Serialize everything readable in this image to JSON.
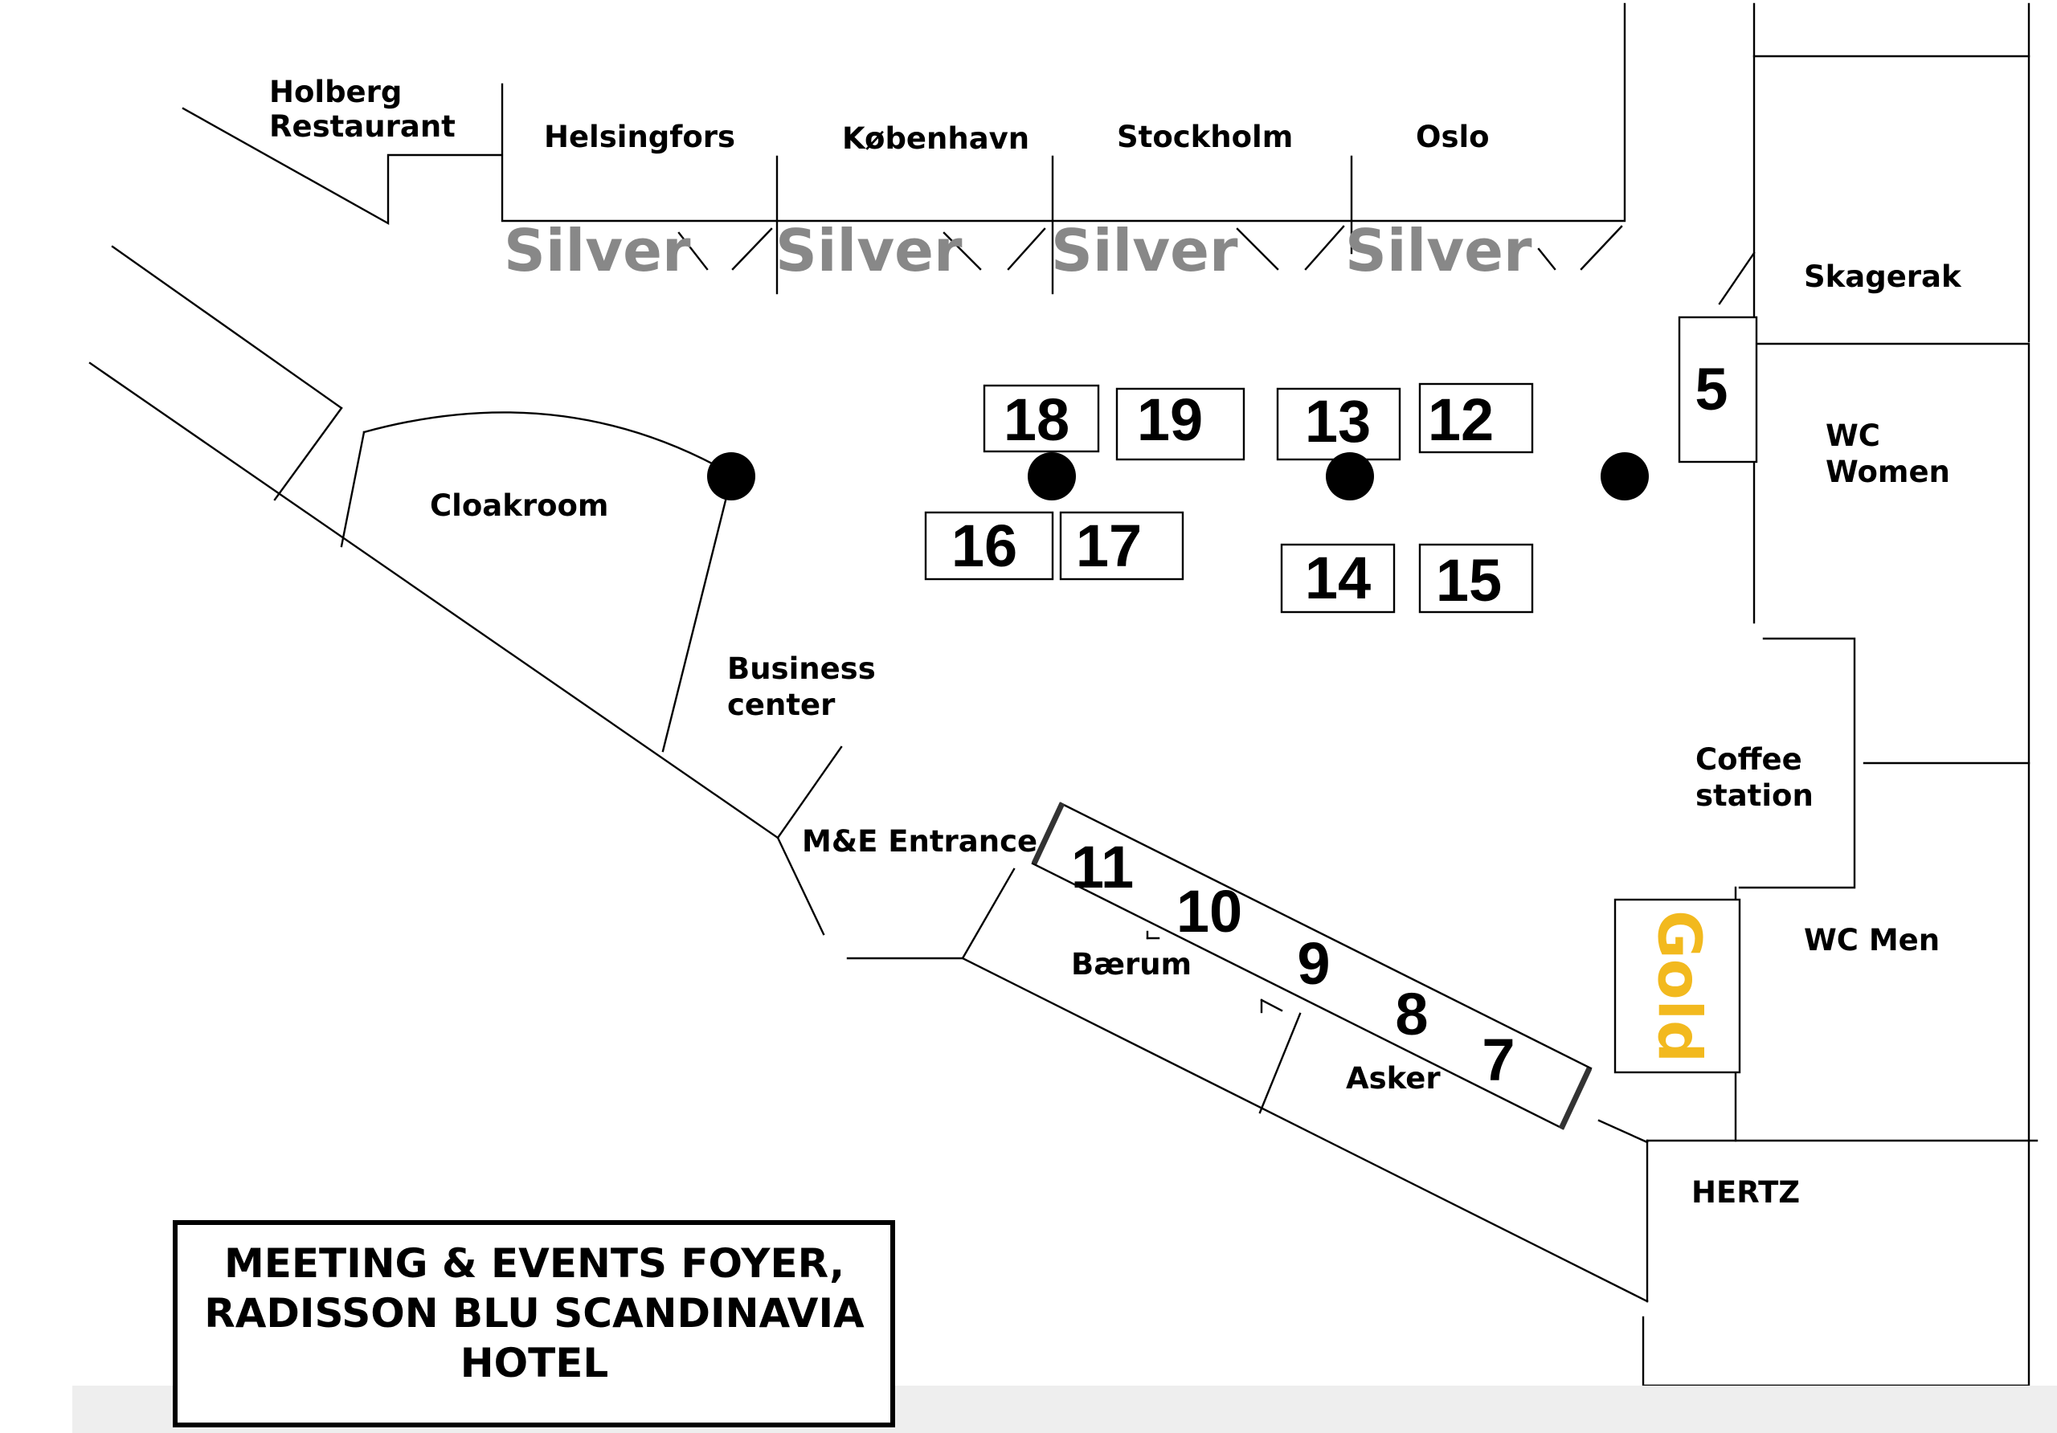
{
  "rooms": {
    "holberg_line1": "Holberg",
    "holberg_line2": "Restaurant",
    "helsingfors": "Helsingfors",
    "kobenhav": "København",
    "stockholm": "Stockholm",
    "oslo": "Oslo",
    "skagerak": "Skagerak",
    "wc_women_line1": "WC",
    "wc_women_line2": "Women",
    "cloakroom": "Cloakroom",
    "business_line1": "Business",
    "business_line2": "center",
    "me_entrance": "M&E Entrance",
    "coffee_line1": "Coffee",
    "coffee_line2": "station",
    "wc_men": "WC Men",
    "baerum": "Bærum",
    "asker": "Asker",
    "hertz": "HERTZ"
  },
  "silver_label": "Silver",
  "gold_label": "Gold",
  "gold_color": "#F2B91E",
  "silver_color": "#888888",
  "booths": {
    "b5": "5",
    "b7": "7",
    "b8": "8",
    "b9": "9",
    "b10": "10",
    "b11": "11",
    "b12": "12",
    "b13": "13",
    "b14": "14",
    "b15": "15",
    "b16": "16",
    "b17": "17",
    "b18": "18",
    "b19": "19"
  },
  "caption": {
    "line1": "MEETING & EVENTS FOYER,",
    "line2": "RADISSON BLU SCANDINAVIA",
    "line3": "HOTEL"
  }
}
